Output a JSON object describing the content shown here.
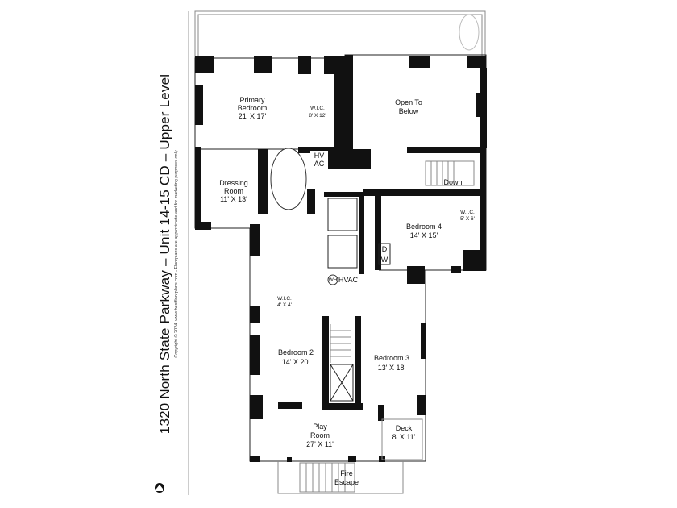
{
  "title": "1320 North State Parkway – Unit 14-15 CD – Upper Level",
  "copyright": "Copyright © 2024. www.bestfloorplans.com - Floorplans are approximate and for marketing purposes only",
  "logo_icon": "house-logo-icon",
  "rooms": {
    "primary_bedroom": {
      "name1": "Primary",
      "name2": "Bedroom",
      "size": "21' X 17'"
    },
    "wic_primary": {
      "name": "W.I.C.",
      "size": "8' X 12'"
    },
    "open_to_below": {
      "name1": "Open To",
      "name2": "Below"
    },
    "hvac_top": {
      "line1": "HV",
      "line2": "AC"
    },
    "stairs_down": {
      "label": "Down"
    },
    "dressing_room": {
      "name1": "Dressing",
      "name2": "Room",
      "size": "11' X 13'"
    },
    "wic_bed4": {
      "name": "W.I.C.",
      "size": "5' X 6'"
    },
    "bedroom4": {
      "name": "Bedroom 4",
      "size": "14' X 15'"
    },
    "washer_dryer": {
      "d": "D",
      "w": "W"
    },
    "wh": "WH",
    "hvac_mid": "HVAC",
    "wic_small": {
      "name": "W.I.C.",
      "size": "4' X 4'"
    },
    "bedroom2": {
      "name": "Bedroom 2",
      "size": "14' X 20'"
    },
    "bedroom3": {
      "name": "Bedroom 3",
      "size": "13' X 18'"
    },
    "play_room": {
      "name1": "Play",
      "name2": "Room",
      "size": "27' X 11'"
    },
    "deck": {
      "name": "Deck",
      "size": "8' X 11'"
    },
    "fire_escape": {
      "name1": "Fire",
      "name2": "Escape"
    }
  }
}
